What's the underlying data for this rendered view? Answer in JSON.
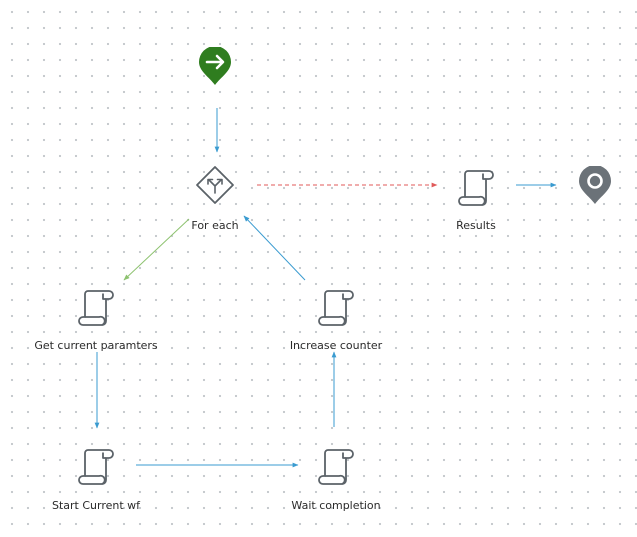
{
  "workflow": {
    "nodes": [
      {
        "id": "start",
        "type": "start",
        "label": "",
        "icon": "start-arrow-icon"
      },
      {
        "id": "foreach",
        "type": "foreach",
        "label": "For each",
        "icon": "foreach-decision-icon"
      },
      {
        "id": "results",
        "type": "script",
        "label": "Results",
        "icon": "scroll-script-icon"
      },
      {
        "id": "end",
        "type": "end",
        "label": "",
        "icon": "end-pin-icon"
      },
      {
        "id": "getparams",
        "type": "script",
        "label": "Get current paramters",
        "icon": "scroll-script-icon"
      },
      {
        "id": "increase",
        "type": "script",
        "label": "Increase counter",
        "icon": "scroll-script-icon"
      },
      {
        "id": "startwf",
        "type": "script",
        "label": "Start Current wf",
        "icon": "scroll-script-icon"
      },
      {
        "id": "wait",
        "type": "script",
        "label": "Wait completion",
        "icon": "scroll-script-icon"
      }
    ],
    "edges": [
      {
        "from": "start",
        "to": "foreach",
        "kind": "normal"
      },
      {
        "from": "foreach",
        "to": "results",
        "kind": "exit"
      },
      {
        "from": "results",
        "to": "end",
        "kind": "normal"
      },
      {
        "from": "foreach",
        "to": "getparams",
        "kind": "loop"
      },
      {
        "from": "getparams",
        "to": "startwf",
        "kind": "normal"
      },
      {
        "from": "startwf",
        "to": "wait",
        "kind": "normal"
      },
      {
        "from": "wait",
        "to": "increase",
        "kind": "normal"
      },
      {
        "from": "increase",
        "to": "foreach",
        "kind": "normal"
      }
    ],
    "colors": {
      "normal": "#3a9bd0",
      "exit": "#e05a5a",
      "loop": "#8dc26f",
      "start": "#2f7d1f",
      "end": "#6b7278",
      "icon_stroke": "#5b6268",
      "text": "#2b2b2b"
    }
  }
}
